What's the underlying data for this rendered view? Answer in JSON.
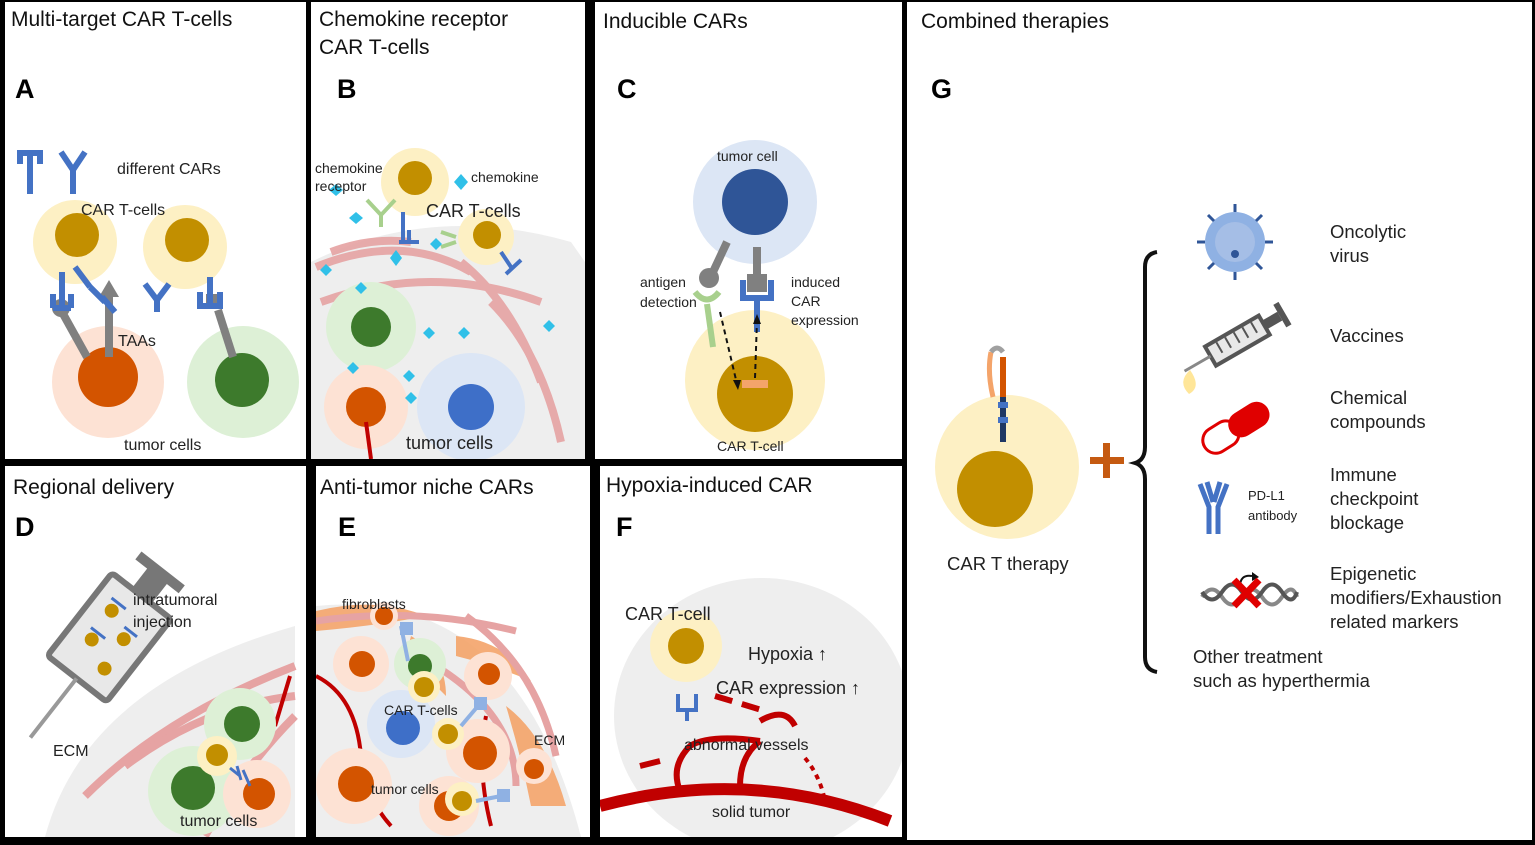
{
  "panels": {
    "a": {
      "title": "Multi-target CAR T-cells",
      "letter": "A",
      "labels": {
        "different_cars": "different CARs",
        "car_tcells": "CAR T-cells",
        "taas": "TAAs",
        "tumor_cells": "tumor cells"
      }
    },
    "b": {
      "title_line1": "Chemokine receptor",
      "title_line2": "CAR T-cells",
      "letter": "B",
      "labels": {
        "chemokine_receptor_1": "chemokine",
        "chemokine_receptor_2": "receptor",
        "chemokine": "chemokine",
        "car_tcells": "CAR T-cells",
        "tumor_cells": "tumor cells"
      }
    },
    "c": {
      "title": "Inducible CARs",
      "letter": "C",
      "labels": {
        "tumor_cell": "tumor cell",
        "antigen_detection_1": "antigen",
        "antigen_detection_2": "detection",
        "induced_1": "induced",
        "induced_2": "CAR",
        "induced_3": "expression",
        "car_tcell": "CAR T-cell"
      }
    },
    "d": {
      "title": "Regional delivery",
      "letter": "D",
      "labels": {
        "injection_1": "intratumoral",
        "injection_2": "injection",
        "ecm": "ECM",
        "tumor_cells": "tumor cells"
      }
    },
    "e": {
      "title": "Anti-tumor niche CARs",
      "letter": "E",
      "labels": {
        "fibroblasts": "fibroblasts",
        "car_tcells": "CAR T-cells",
        "ecm": "ECM",
        "tumor_cells": "tumor cells"
      }
    },
    "f": {
      "title": "Hypoxia-induced CAR",
      "letter": "F",
      "labels": {
        "car_tcell": "CAR T-cell",
        "hypoxia": "Hypoxia ↑",
        "car_expression": "CAR expression ↑",
        "abnormal_vessels": "abnormal vessels",
        "solid_tumor": "solid tumor"
      }
    },
    "g": {
      "title": "Combined therapies",
      "letter": "G",
      "car_t_therapy": "CAR T therapy",
      "items": [
        {
          "line1": "Oncolytic",
          "line2": "virus",
          "icon": "virus-icon"
        },
        {
          "line1": "Vaccines",
          "icon": "syringe-icon"
        },
        {
          "line1": "Chemical",
          "line2": "compounds",
          "icon": "pill-capsule-icon"
        },
        {
          "line1": "Immune",
          "line2": "checkpoint",
          "line3": "blockage",
          "icon": "antibody-icon"
        },
        {
          "line1": "Epigenetic",
          "line2": "modifiers/Exhaustion",
          "line3": "related markers",
          "icon": "dna-crossed-icon"
        }
      ],
      "pdl1_1": "PD-L1",
      "pdl1_2": "antibody",
      "other_1": "Other treatment",
      "other_2": "such as hyperthermia"
    }
  },
  "colors": {
    "tcell": "#c28f00",
    "tcell_halo": "#fdf0c4",
    "car_blue": "#4472c4",
    "tumor_orange": "#d35400",
    "tumor_green": "#3d7a2c",
    "tumor_blue": "#3e6fc8",
    "vessel_red": "#c00000",
    "fibroblast": "#f4a46a",
    "chemokine": "#30c0e8"
  }
}
